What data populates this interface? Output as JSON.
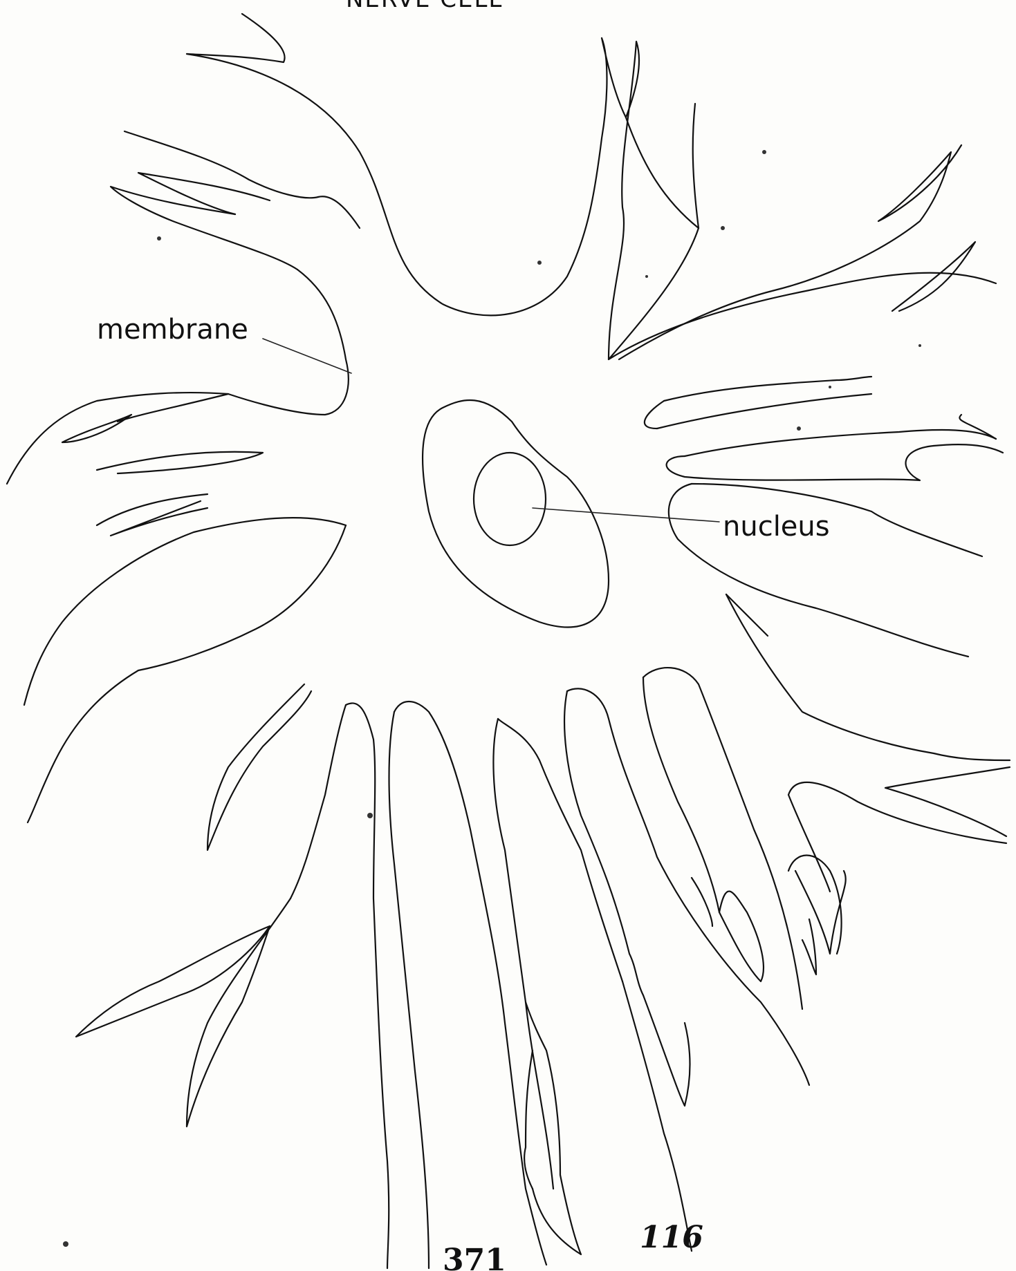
{
  "title": "NERVE CELL",
  "labels": {
    "membrane": "membrane",
    "nucleus": "nucleus"
  },
  "page_numbers": {
    "bottom_center": "371",
    "bottom_right": "116"
  },
  "colors": {
    "ink": "#111111",
    "paper": "#fdfdfb"
  }
}
